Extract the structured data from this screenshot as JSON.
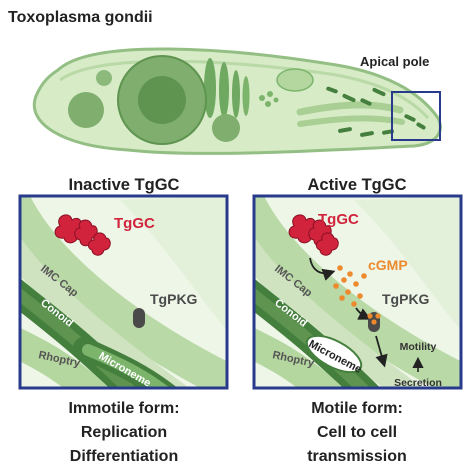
{
  "title": "Toxoplasma gondii",
  "apical_pole_label": "Apical pole",
  "panels": [
    {
      "heading": "Inactive TgGC",
      "tggc_label": "TgGC",
      "tgpkg_label": "TgPKG",
      "structures": {
        "imc_cap": "IMC Cap",
        "conoid": "Conoid",
        "rhoptry": "Rhoptry",
        "microneme": "Microneme"
      },
      "footer_line1": "Immotile form:",
      "footer_line2": "Replication",
      "footer_line3": "Differentiation"
    },
    {
      "heading": "Active TgGC",
      "tggc_label": "TgGC",
      "cgmp_label": "cGMP",
      "tgpkg_label": "TgPKG",
      "structures": {
        "imc_cap": "IMC Cap",
        "conoid": "Conoid",
        "rhoptry": "Rhoptry",
        "microneme": "Microneme"
      },
      "motility_label": "Motility",
      "secretion_label": "Secretion",
      "footer_line1": "Motile form:",
      "footer_line2": "Cell to cell",
      "footer_line3": "transmission"
    }
  ],
  "colors": {
    "panel_border": "#283a8c",
    "cell_fill": "#d6ebc6",
    "cell_outline": "#94bf84",
    "nucleus": "#88b476",
    "dark_green": "#447f3d",
    "tggc_red": "#d2233d",
    "cgmp_orange": "#ec8a2d",
    "tgpkg_gray": "#4a4a4a"
  }
}
